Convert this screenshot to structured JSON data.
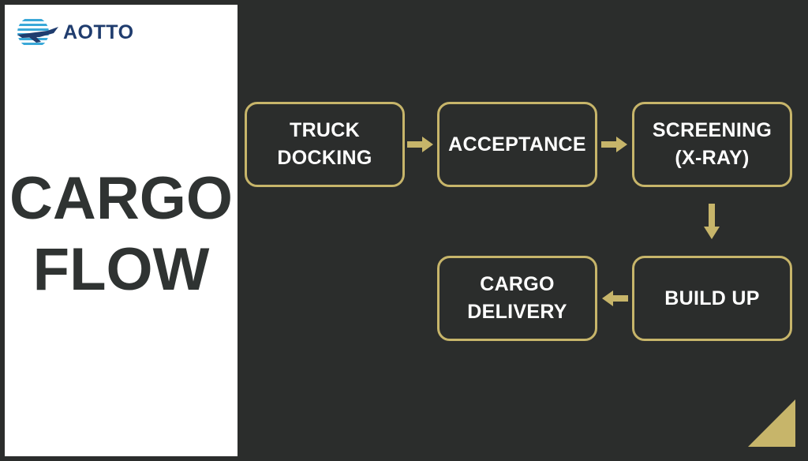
{
  "logo": {
    "text": "AOTTO",
    "icon": "airplane-wave-logo-icon"
  },
  "title": {
    "line1": "CARGO",
    "line2": "FLOW"
  },
  "steps": [
    {
      "label": "TRUCK\nDOCKING"
    },
    {
      "label": "ACCEPTANCE"
    },
    {
      "label": "SCREENING\n(X-RAY)"
    },
    {
      "label": "BUILD UP"
    },
    {
      "label": "CARGO\nDELIVERY"
    }
  ],
  "colors": {
    "background": "#2b2d2c",
    "accent": "#c7b56a",
    "title": "#2f3332",
    "logo": "#1f3c6e",
    "logo_light": "#3aa8d8"
  }
}
